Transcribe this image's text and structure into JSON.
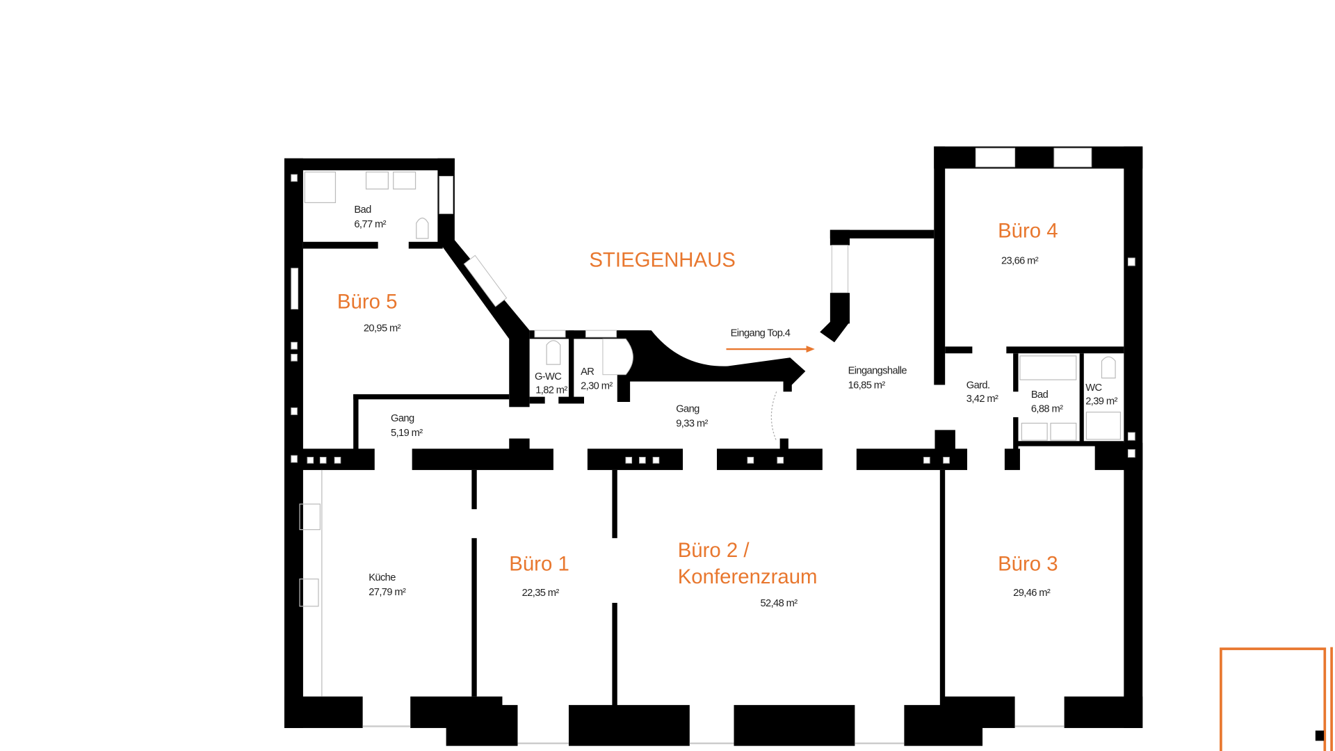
{
  "plan": {
    "staircase_label": "STIEGENHAUS",
    "entrance_label": "Eingang Top.4",
    "accent_color": "#e8772e",
    "rooms": {
      "buero5": {
        "name": "Büro 5",
        "area": "20,95 m²"
      },
      "bad_left": {
        "name": "Bad",
        "area": "6,77 m²"
      },
      "gwc": {
        "name": "G-WC",
        "area": "1,82 m²"
      },
      "ar": {
        "name": "AR",
        "area": "2,30 m²"
      },
      "gang_left": {
        "name": "Gang",
        "area": "5,19 m²"
      },
      "gang_mid": {
        "name": "Gang",
        "area": "9,33 m²"
      },
      "eingangshalle": {
        "name": "Eingangshalle",
        "area": "16,85 m²"
      },
      "buero4": {
        "name": "Büro 4",
        "area": "23,66 m²"
      },
      "gard": {
        "name": "Gard.",
        "area": "3,42 m²"
      },
      "bad_right": {
        "name": "Bad",
        "area": "6,88 m²"
      },
      "wc": {
        "name": "WC",
        "area": "2,39 m²"
      },
      "kueche": {
        "name": "Küche",
        "area": "27,79 m²"
      },
      "buero1": {
        "name": "Büro 1",
        "area": "22,35 m²"
      },
      "buero2_line1": {
        "name": "Büro 2 /"
      },
      "buero2": {
        "name": "Konferenzraum",
        "area": "52,48 m²"
      },
      "buero3": {
        "name": "Büro 3",
        "area": "29,46 m²"
      }
    }
  }
}
